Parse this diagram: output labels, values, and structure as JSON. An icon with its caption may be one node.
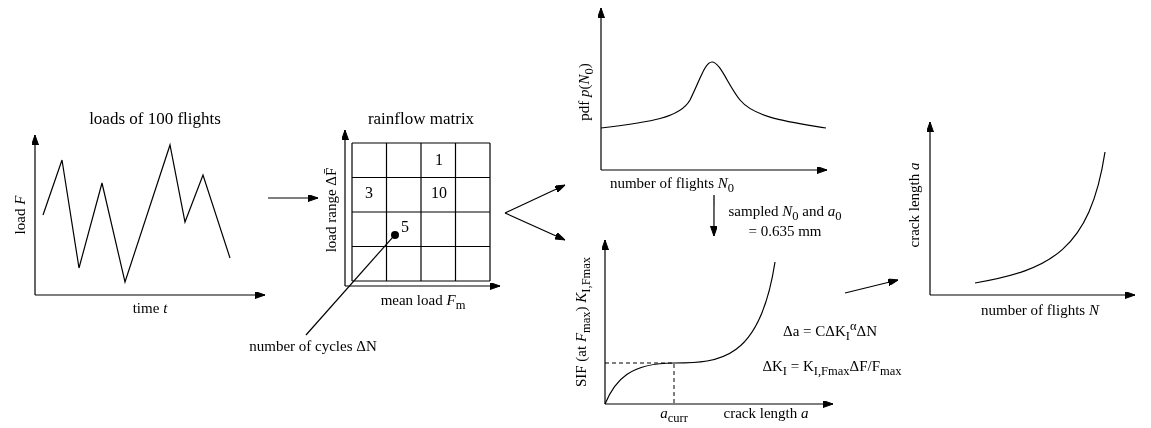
{
  "diagram": {
    "nodes": [
      {
        "text": [
          "loads of 100 flights",
          "load *F*",
          "time *t*"
        ]
      },
      {
        "text": [
          "rainflow matrix",
          "load range ΔF̄",
          "mean load *F*$_{m}$"
        ]
      },
      {
        "text": [
          "number of cycles ΔN"
        ]
      },
      {
        "text": [],
        "shape": "circle",
        "in": 1
      },
      {
        "text": [
          "pdf *p*(*N*$_{0}$)",
          "number of flights *N*$_{0}$"
        ]
      },
      {
        "text": [
          "SIF (at *F*$_{max}$) *K*$_{I,Fmax}$",
          "crack length *a*"
        ]
      },
      {
        "text": [
          "crack length *a*",
          "number of flights *N*"
        ]
      }
    ],
    "edges": [
      {
        "from": 0,
        "to": 1,
        "arrow": "to"
      },
      {
        "from": 1,
        "to": 4,
        "arrow": "to"
      },
      {
        "from": 1,
        "to": 5,
        "arrow": "to"
      },
      {
        "from": 4,
        "to": 5,
        "arrow": "to",
        "label": "sampled *N*$_{0}$ and *a*$_{0}$ = 0.635 mm"
      },
      {
        "from": 2,
        "to": 3,
        "arrow": "none"
      },
      {
        "from": 5,
        "to": 6,
        "arrow": "to"
      }
    ],
    "labels": [
      "1",
      "3",
      "10",
      "5",
      "*a*$_{curr}$",
      "Δa = CΔK$_{I}$$^{α}$ΔN",
      "ΔK$_{I}$ = K$_{I,Fmax}$ΔF/F$_{max}$"
    ]
  }
}
